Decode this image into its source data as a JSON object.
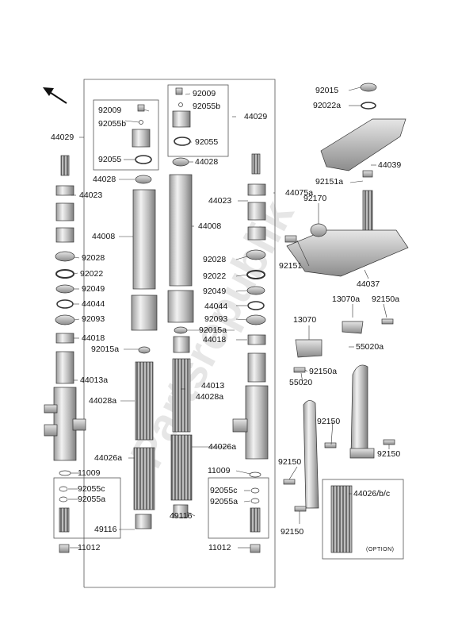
{
  "labels": {
    "l_44029_left": "44029",
    "l_92009_a": "92009",
    "l_92055b_a": "92055b",
    "l_92055_a": "92055",
    "l_44028_a": "44028",
    "l_44023_a": "44023",
    "l_44008_a": "44008",
    "l_92028_a": "92028",
    "l_92022_a": "92022",
    "l_92049_a": "92049",
    "l_44044_a": "44044",
    "l_92093_a": "92093",
    "l_44018_a": "44018",
    "l_92015a_a": "92015a",
    "l_44013a": "44013a",
    "l_44028a_a": "44028a",
    "l_44026a_a": "44026a",
    "l_11009_a": "11009",
    "l_92055c_a": "92055c",
    "l_92055a_a": "92055a",
    "l_49116_a": "49116",
    "l_11012_a": "11012",
    "l_92009_b": "92009",
    "l_92055b_b": "92055b",
    "l_44029_b": "44029",
    "l_92055_b": "92055",
    "l_44028_b": "44028",
    "l_44008_b": "44008",
    "l_92028_b": "92028",
    "l_92022_b": "92022",
    "l_92049_b": "92049",
    "l_44044_b": "44044",
    "l_92093_b": "92093",
    "l_92015a_b": "92015a",
    "l_44018_b": "44018",
    "l_44013": "44013",
    "l_44028a_b": "44028a",
    "l_44026a_b": "44026a",
    "l_11009_b": "11009",
    "l_92055c_b": "92055c",
    "l_92055a_b": "92055a",
    "l_49116_b": "49116",
    "l_11012_b": "11012",
    "l_44023_b": "44023",
    "l_44075a": "44075a",
    "l_92015": "92015",
    "l_92022a": "92022a",
    "l_44039": "44039",
    "l_92151a": "92151a",
    "l_92170": "92170",
    "l_92151": "92151",
    "l_44037": "44037",
    "l_13070a": "13070a",
    "l_92150a_a": "92150a",
    "l_13070": "13070",
    "l_55020a": "55020a",
    "l_92150a_b": "92150a",
    "l_55020": "55020",
    "l_92150_a": "92150",
    "l_92150_b": "92150",
    "l_92150_c": "92150",
    "l_92150_d": "92150",
    "l_44026bc": "44026/b/c",
    "l_option": "(OPTION)"
  },
  "watermark": "Partsrepublik",
  "icons": {
    "direction": "front-direction-arrow-icon"
  }
}
